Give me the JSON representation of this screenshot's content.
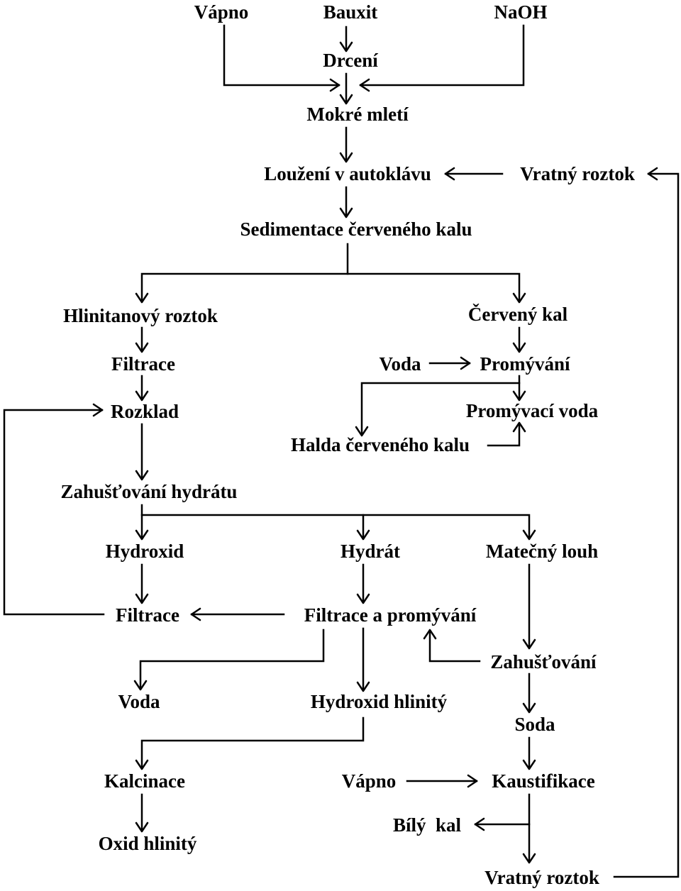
{
  "colors": {
    "ink": "#000000",
    "background": "#ffffff"
  },
  "nodes": {
    "vapno_top": "Vápno",
    "bauxit": "Bauxit",
    "naoh": "NaOH",
    "drceni": "Drcení",
    "mokre_mleti": "Mokré mletí",
    "louzeni": "Loužení v autoklávu",
    "vratny_roztok_top": "Vratný roztok",
    "sedimentace": "Sedimentace červeného kalu",
    "hlinitanovy_roztok": "Hlinitanový roztok",
    "cerveny_kal": "Červený kal",
    "filtrace_1": "Filtrace",
    "voda_1": "Voda",
    "promyvani": "Promývání",
    "rozklad": "Rozklad",
    "promyvaci_voda": "Promývací voda",
    "halda": "Halda červeného kalu",
    "zahustovani_hydratu": "Zahušťování hydrátu",
    "hydroxid": "Hydroxid",
    "hydrat": "Hydrát",
    "matecny_louh": "Matečný louh",
    "filtrace_2": "Filtrace",
    "filtrace_a_promyvani": "Filtrace a promývání",
    "zahustovani": "Zahušťování",
    "voda_2": "Voda",
    "hydroxid_hlinity": "Hydroxid hlinitý",
    "soda": "Soda",
    "kalcinace": "Kalcinace",
    "vapno_bottom": "Vápno",
    "kaustifikace": "Kaustifikace",
    "bily_kal": "Bílý  kal",
    "oxid_hlinity": "Oxid hlinitý",
    "vratny_roztok_bottom": "Vratný roztok"
  }
}
